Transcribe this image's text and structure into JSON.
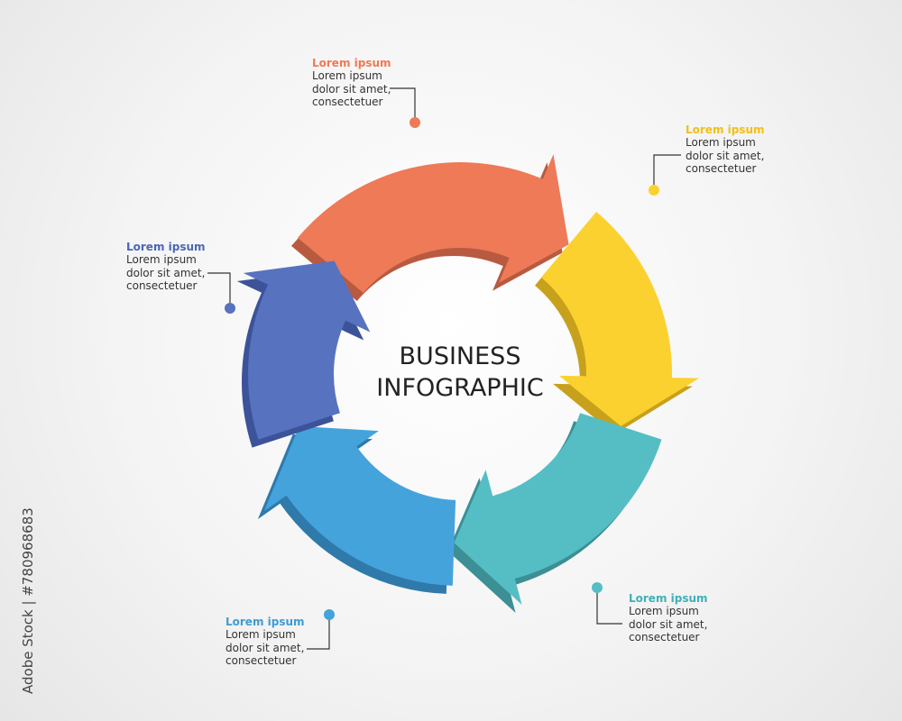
{
  "center": {
    "line1": "BUSINESS",
    "line2": "INFOGRAPHIC"
  },
  "steps": [
    {
      "id": "orange",
      "color": "#ee7a57",
      "shade": "#b85a40",
      "title": "Lorem ipsum",
      "line1": "Lorem ipsum",
      "line2": "dolor sit amet,",
      "line3": "consectetuer"
    },
    {
      "id": "yellow",
      "color": "#fbd12f",
      "shade": "#c7a11c",
      "title": "Lorem ipsum",
      "line1": "Lorem ipsum",
      "line2": "dolor sit amet,",
      "line3": "consectetuer"
    },
    {
      "id": "teal",
      "color": "#55bec4",
      "shade": "#3b8f95",
      "title": "Lorem ipsum",
      "line1": "Lorem ipsum",
      "line2": "dolor sit amet,",
      "line3": "consectetuer"
    },
    {
      "id": "blue",
      "color": "#45a3dc",
      "shade": "#2f7aab",
      "title": "Lorem ipsum",
      "line1": "Lorem ipsum",
      "line2": "dolor sit amet,",
      "line3": "consectetuer"
    },
    {
      "id": "navy",
      "color": "#5772be",
      "shade": "#3c539a",
      "title": "Lorem ipsum",
      "line1": "Lorem ipsum",
      "line2": "dolor sit amet,",
      "line3": "consectetuer"
    }
  ],
  "credit": "Adobe Stock | #780968683"
}
